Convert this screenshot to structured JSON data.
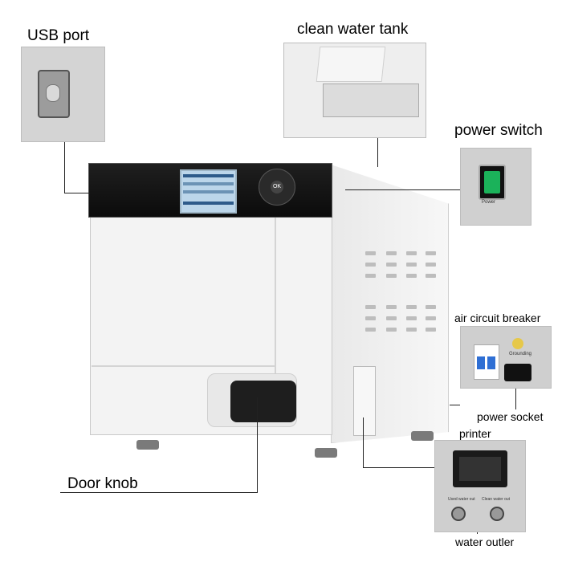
{
  "labels": {
    "usb_port": "USB port",
    "clean_water_tank": "clean water tank",
    "power_switch": "power switch",
    "air_circuit_breaker": "air circuit breaker",
    "power_socket": "power socket",
    "printer": "printer",
    "water_outler": "water outler",
    "door_knob": "Door knob"
  },
  "small_text": {
    "power": "Power",
    "grounding": "Grounding",
    "used_water_out": "Used water out",
    "clean_water_out": "Clean water out",
    "ok": "OK"
  },
  "colors": {
    "switch_green": "#1bb25a",
    "breaker_blue": "#2f6fd4"
  }
}
